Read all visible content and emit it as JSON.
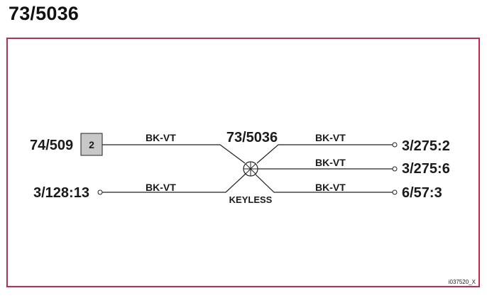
{
  "title": "73/5036",
  "splice": {
    "label": "73/5036",
    "sublabel": "KEYLESS"
  },
  "left": {
    "connector_label": "74/509",
    "pin": "2",
    "wire_top": "BK-VT",
    "terminal_label": "3/128:13",
    "wire_bottom": "BK-VT"
  },
  "right": {
    "wires": [
      {
        "color": "BK-VT",
        "terminal": "3/275:2"
      },
      {
        "color": "BK-VT",
        "terminal": "3/275:6"
      },
      {
        "color": "BK-VT",
        "terminal": "6/57:3"
      }
    ]
  },
  "figure_id": "i037520_X",
  "colors": {
    "frame": "#c8284a",
    "box_fill": "#c8c8c8",
    "line": "#222222"
  }
}
